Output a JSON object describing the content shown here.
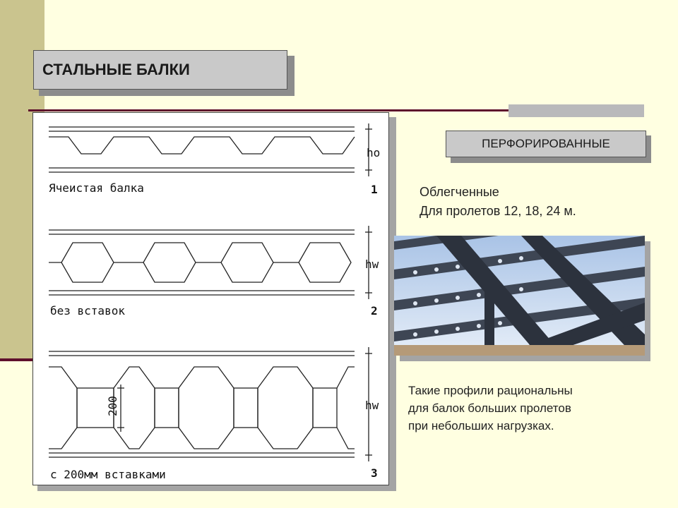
{
  "title": "СТАЛЬНЫЕ БАЛКИ",
  "tag": "ПЕРФОРИРОВАННЫЕ",
  "description": {
    "line1": "Облегченные",
    "line2": "Для пролетов 12, 18, 24 м."
  },
  "note": {
    "line1": "Такие профили рациональны",
    "line2": "для балок больших пролетов",
    "line3": "при небольших нагрузках."
  },
  "drawing": {
    "beam1": {
      "caption": "Ячеистая балка",
      "number": "1",
      "dim": "ho"
    },
    "beam2": {
      "caption": "без вставок",
      "number": "2",
      "dim": "hw"
    },
    "beam3": {
      "caption": "с 200мм вставками",
      "number": "3",
      "dim": "hw",
      "insert": "200"
    }
  }
}
